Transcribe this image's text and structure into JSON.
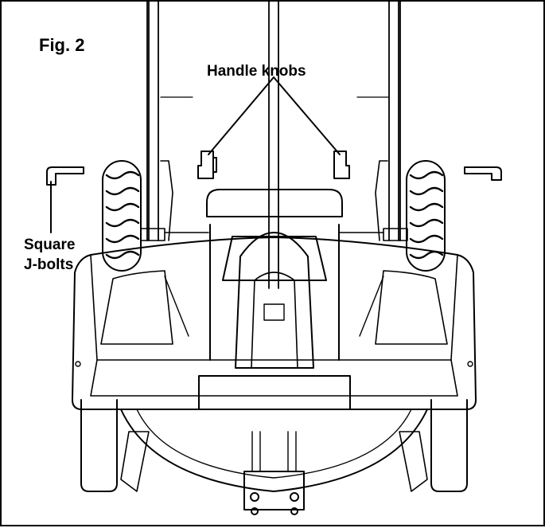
{
  "figure": {
    "title": "Fig. 2",
    "labels": {
      "handle_knobs": "Handle knobs",
      "square_line1": "Square",
      "square_line2": "J-bolts"
    }
  },
  "colors": {
    "line": "#000000",
    "background": "#ffffff"
  }
}
